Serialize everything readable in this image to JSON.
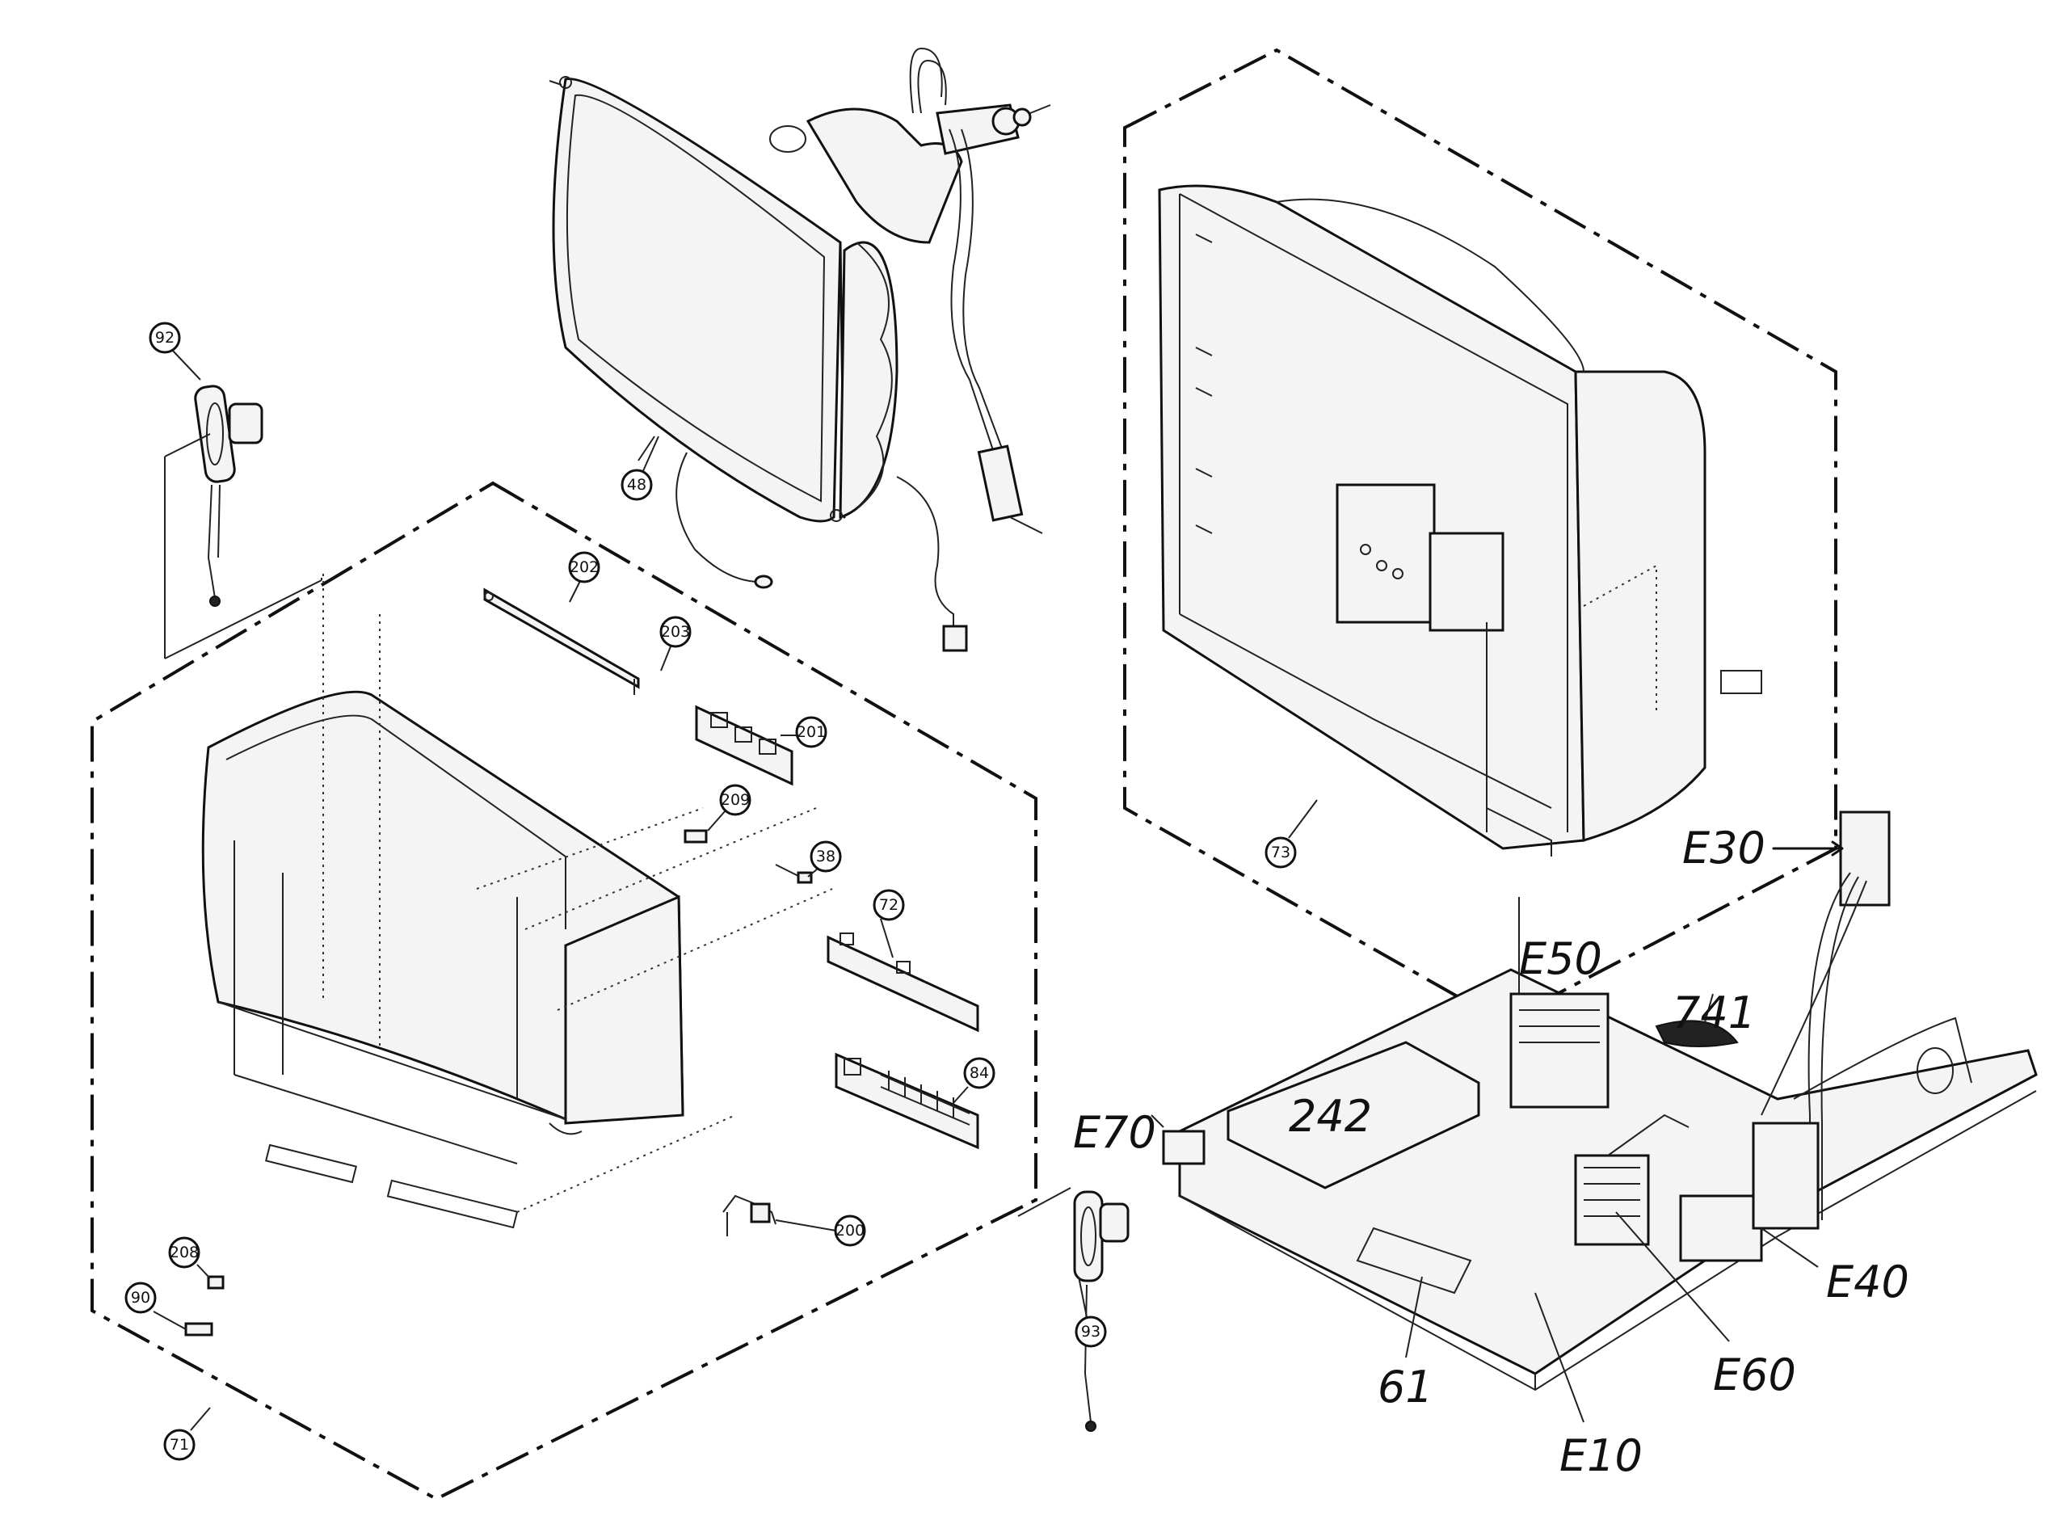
{
  "callouts": {
    "c92": "92",
    "c48": "48",
    "c202": "202",
    "c203": "203",
    "c201": "201",
    "c209": "209",
    "c38": "38",
    "c72": "72",
    "c84": "84",
    "c200": "200",
    "c208": "208",
    "c90": "90",
    "c71": "71",
    "c73": "73",
    "c93": "93"
  },
  "labels": {
    "e30": "E30",
    "e50": "E50",
    "p741": "741",
    "p242": "242",
    "e70": "E70",
    "e40": "E40",
    "e60": "E60",
    "p61": "61",
    "e10": "E10"
  }
}
